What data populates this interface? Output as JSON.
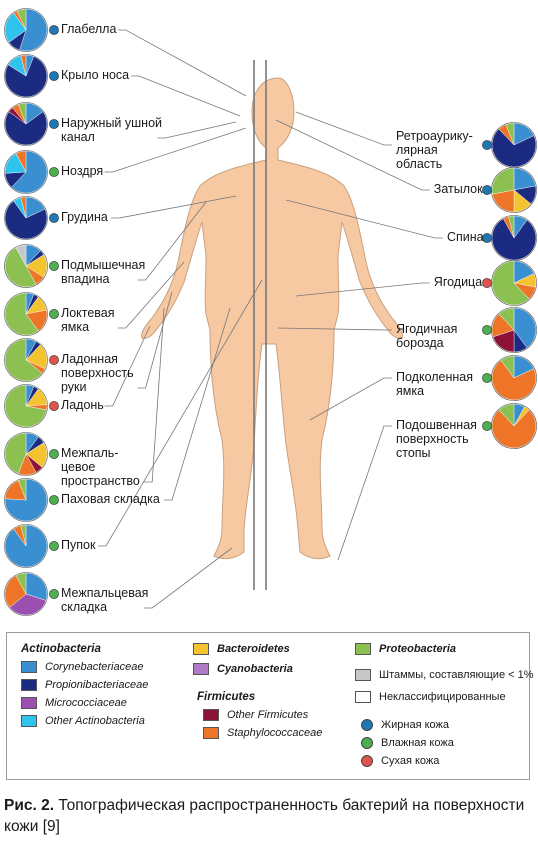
{
  "colors": {
    "corynebacteriaceae": "#3a8fd0",
    "propionibacteriaceae": "#1c2b82",
    "micrococciaceae": "#9b4fb0",
    "other_actinobacteria": "#2fc4ee",
    "bacteroidetes": "#f4c430",
    "cyanobacteria": "#b07ac8",
    "other_firmicutes": "#8c1238",
    "staphylococcaceae": "#ee7528",
    "proteobacteria": "#8cc152",
    "strains_lt1": "#c6c8c9",
    "unclassified": "#ffffff",
    "oily": "#1f77b4",
    "moist": "#4caf50",
    "dry": "#e0534a",
    "skin": "#f7c9a3"
  },
  "sites_left": [
    {
      "label": "Глабелла",
      "type": "oily",
      "slices": {
        "corynebacteriaceae": 55,
        "propionibacteriaceae": 10,
        "other_actinobacteria": 25,
        "staphylococcaceae": 3,
        "proteobacteria": 7
      }
    },
    {
      "label": "Крыло носа",
      "type": "oily",
      "slices": {
        "propionibacteriaceae": 78,
        "other_actinobacteria": 12,
        "corynebacteriaceae": 6,
        "staphylococcaceae": 4
      }
    },
    {
      "label": "Наружный ушной\nканал",
      "type": "oily",
      "slices": {
        "propionibacteriaceae": 70,
        "corynebacteriaceae": 15,
        "staphylococcaceae": 5,
        "other_firmicutes": 4,
        "proteobacteria": 6
      }
    },
    {
      "label": "Ноздря",
      "type": "moist",
      "slices": {
        "corynebacteriaceae": 62,
        "other_actinobacteria": 18,
        "propionibacteriaceae": 12,
        "staphylococcaceae": 8
      }
    },
    {
      "label": "Грудина",
      "type": "oily",
      "slices": {
        "propionibacteriaceae": 72,
        "corynebacteriaceae": 18,
        "other_actinobacteria": 6,
        "staphylococcaceae": 4
      }
    },
    {
      "label": "Подмышечная\nвпадина",
      "type": "moist",
      "slices": {
        "proteobacteria": 50,
        "bacteroidetes": 18,
        "corynebacteriaceae": 12,
        "staphylococcaceae": 8,
        "strains_lt1": 8,
        "propionibacteriaceae": 4
      }
    },
    {
      "label": "Локтевая\nямка",
      "type": "moist",
      "slices": {
        "proteobacteria": 60,
        "staphylococcaceae": 18,
        "bacteroidetes": 12,
        "corynebacteriaceae": 6,
        "propionibacteriaceae": 4
      }
    },
    {
      "label": "Ладонная\nповерхность\nруки",
      "type": "dry",
      "slices": {
        "proteobacteria": 64,
        "bacteroidetes": 20,
        "corynebacteriaceae": 8,
        "staphylococcaceae": 4,
        "propionibacteriaceae": 4
      }
    },
    {
      "label": "Ладонь",
      "type": "dry",
      "slices": {
        "proteobacteria": 72,
        "bacteroidetes": 14,
        "corynebacteriaceae": 6,
        "staphylococcaceae": 4,
        "propionibacteriaceae": 4
      }
    },
    {
      "label": "Межпаль-\nцевое\nпространство",
      "type": "moist",
      "slices": {
        "proteobacteria": 44,
        "bacteroidetes": 20,
        "staphylococcaceae": 14,
        "corynebacteriaceae": 10,
        "propionibacteriaceae": 6,
        "other_firmicutes": 6
      }
    },
    {
      "label": "Паховая складка",
      "type": "moist",
      "slices": {
        "corynebacteriaceae": 76,
        "staphylococcaceae": 18,
        "proteobacteria": 6
      }
    },
    {
      "label": "Пупок",
      "type": "moist",
      "slices": {
        "corynebacteriaceae": 90,
        "staphylococcaceae": 6,
        "proteobacteria": 4
      }
    },
    {
      "label": "Межпальцевая\nскладка",
      "type": "moist",
      "slices": {
        "micrococciaceae": 34,
        "corynebacteriaceae": 30,
        "staphylococcaceae": 28,
        "proteobacteria": 8
      }
    }
  ],
  "sites_right": [
    {
      "label": "Ретроаурику-\nлярная\nобласть",
      "type": "oily",
      "slices": {
        "propionibacteriaceae": 70,
        "corynebacteriaceae": 18,
        "staphylococcaceae": 6,
        "proteobacteria": 6
      }
    },
    {
      "label": "Затылок",
      "type": "oily",
      "slices": {
        "proteobacteria": 28,
        "staphylococcaceae": 22,
        "corynebacteriaceae": 22,
        "bacteroidetes": 14,
        "propionibacteriaceae": 14
      }
    },
    {
      "label": "Спина",
      "type": "oily",
      "slices": {
        "propionibacteriaceae": 82,
        "corynebacteriaceae": 10,
        "staphylococcaceae": 4,
        "proteobacteria": 4
      }
    },
    {
      "label": "Ягодица",
      "type": "dry",
      "slices": {
        "proteobacteria": 62,
        "corynebacteriaceae": 18,
        "staphylococcaceae": 10,
        "bacteroidetes": 10
      }
    },
    {
      "label": "Ягодичная\nборозда",
      "type": "moist",
      "slices": {
        "corynebacteriaceae": 40,
        "other_firmicutes": 20,
        "staphylococcaceae": 18,
        "proteobacteria": 12,
        "propionibacteriaceae": 10
      }
    },
    {
      "label": "Подколенная\nямка",
      "type": "moist",
      "slices": {
        "staphylococcaceae": 72,
        "corynebacteriaceae": 18,
        "proteobacteria": 10
      }
    },
    {
      "label": "Подошвенная\nповерхность\nстопы",
      "type": "moist",
      "slices": {
        "staphylococcaceae": 76,
        "proteobacteria": 12,
        "corynebacteriaceae": 8,
        "bacteroidetes": 4
      }
    }
  ],
  "legend": {
    "actino_title": "Actinobacteria",
    "corynebacteriaceae": "Corynebacteriaceae",
    "propionibacteriaceae": "Propionibacteriaceae",
    "micrococciaceae": "Micrococciaceae",
    "other_actinobacteria": "Other Actinobacteria",
    "bacteroidetes": "Bacteroidetes",
    "cyanobacteria": "Cyanobacteria",
    "firmicutes_title": "Firmicutes",
    "other_firmicutes": "Other Firmicutes",
    "staphylococcaceae": "Staphylococcaceae",
    "proteobacteria": "Proteobacteria",
    "strains_lt1": "Штаммы, составляющие < 1%",
    "unclassified": "Неклассифицированные",
    "oily": "Жирная кожа",
    "moist": "Влажная кожа",
    "dry": "Сухая кожа"
  },
  "caption": {
    "prefix": "Рис. 2.",
    "text": " Топографическая распространенность бактерий на поверхности кожи [9]"
  }
}
